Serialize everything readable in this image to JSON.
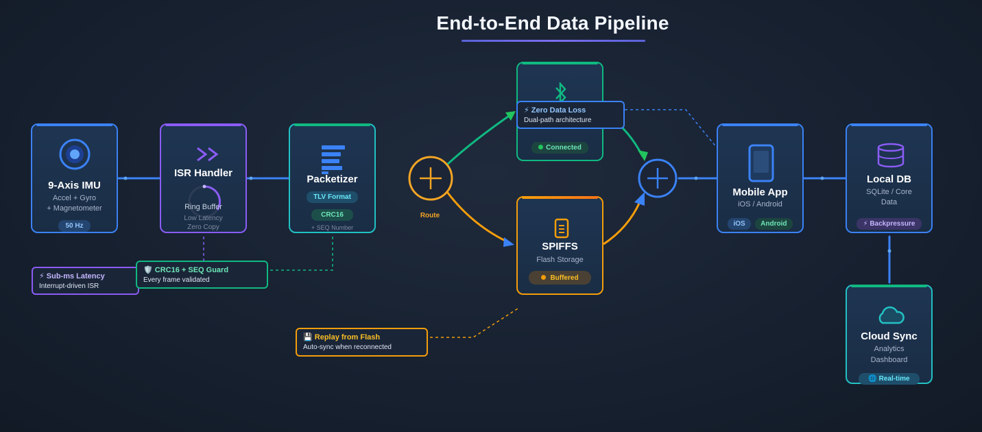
{
  "title": "End-to-End Data Pipeline",
  "nodes": {
    "imu": {
      "name": "9-Axis IMU",
      "sub1": "Accel + Gyro",
      "sub2": "+ Magnetometer",
      "badge": "50 Hz"
    },
    "isr": {
      "name": "ISR Handler",
      "ring": "Ring Buffer",
      "sub1": "Low Latency",
      "sub2": "Zero Copy"
    },
    "packetizer": {
      "name": "Packetizer",
      "badge1": "TLV Format",
      "badge2": "CRC16",
      "sub": "+ SEQ Number"
    },
    "ble": {
      "badge": "Connected"
    },
    "spiffs": {
      "name": "SPIFFS",
      "sub": "Flash Storage",
      "badge": "Buffered"
    },
    "mobile": {
      "name": "Mobile App",
      "sub": "iOS / Android",
      "tag_ios": "iOS",
      "tag_android": "Android"
    },
    "localdb": {
      "name": "Local DB",
      "sub1": "SQLite / Core",
      "sub2": "Data",
      "badge": "⚡ Backpressure"
    },
    "cloud": {
      "name": "Cloud Sync",
      "sub1": "Analytics",
      "sub2": "Dashboard",
      "badge": "🌐 Real-time"
    }
  },
  "route_label": "Route",
  "notes": {
    "latency": {
      "title": "⚡ Sub-ms Latency",
      "desc": "Interrupt-driven ISR"
    },
    "crc": {
      "title": "🛡️ CRC16 + SEQ Guard",
      "desc": "Every frame validated"
    },
    "zero_loss": {
      "title": "⚡ Zero Data Loss",
      "desc": "Dual-path architecture"
    },
    "replay": {
      "title": "💾 Replay from Flash",
      "desc": "Auto-sync when reconnected"
    }
  },
  "colors": {
    "blue": "#3b82f6",
    "purple": "#8b5cf6",
    "cyan": "#22c1c3",
    "green": "#10b981",
    "orange": "#f59e0b",
    "background": "#172130"
  },
  "icons": [
    "target-icon",
    "double-chevron-icon",
    "gauge-icon",
    "stack-icon",
    "bluetooth-icon",
    "plus-circle-icon",
    "file-icon",
    "phone-icon",
    "database-icon",
    "cloud-icon"
  ]
}
